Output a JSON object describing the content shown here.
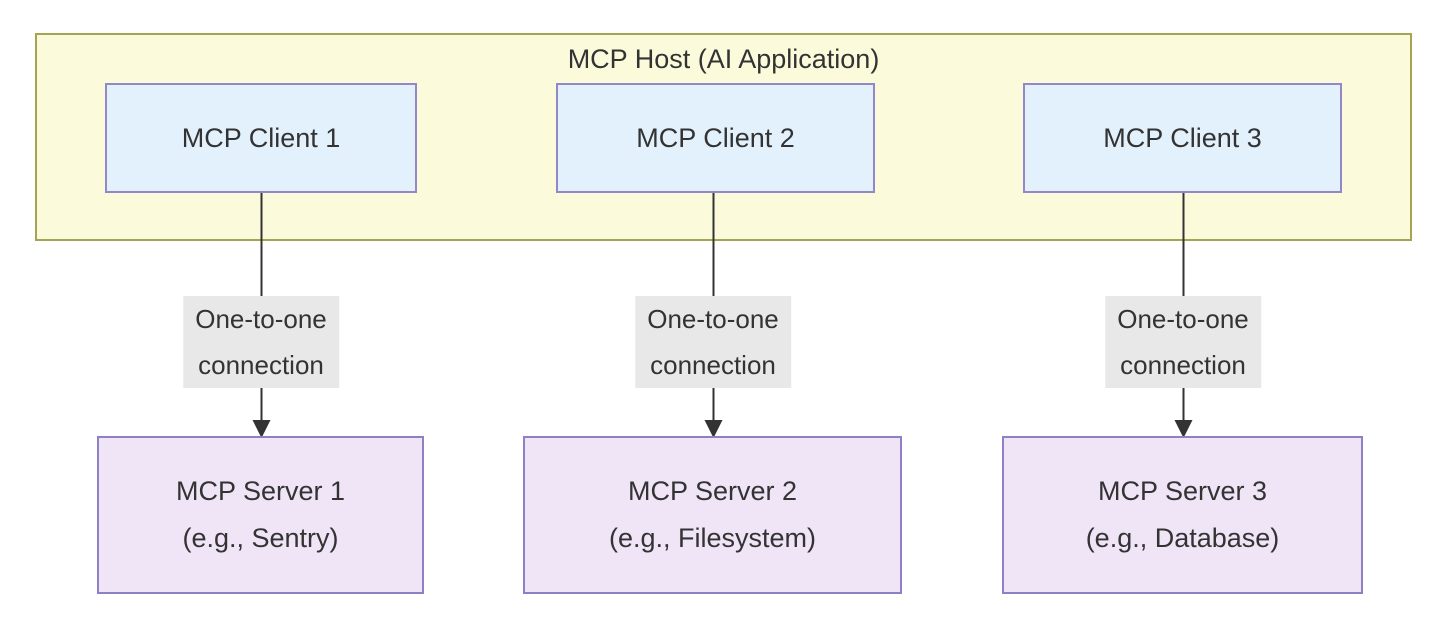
{
  "diagram": {
    "host": {
      "label": "MCP Host (AI Application)"
    },
    "clients": [
      {
        "label": "MCP Client 1"
      },
      {
        "label": "MCP Client 2"
      },
      {
        "label": "MCP Client 3"
      }
    ],
    "edges": [
      {
        "label": "One-to-one\nconnection"
      },
      {
        "label": "One-to-one\nconnection"
      },
      {
        "label": "One-to-one\nconnection"
      }
    ],
    "servers": [
      {
        "label": "MCP Server 1\n(e.g., Sentry)"
      },
      {
        "label": "MCP Server 2\n(e.g., Filesystem)"
      },
      {
        "label": "MCP Server 3\n(e.g., Database)"
      }
    ]
  },
  "colors": {
    "host-fill": "#fbfbdc",
    "host-stroke": "#a4a452",
    "client-fill": "#e3f1fc",
    "client-stroke": "#9287c8",
    "server-fill": "#efe5f7",
    "server-stroke": "#8f80c5",
    "edge-color": "#333333",
    "edge-label-bg": "#e8e8e8",
    "text-color": "#333333"
  }
}
